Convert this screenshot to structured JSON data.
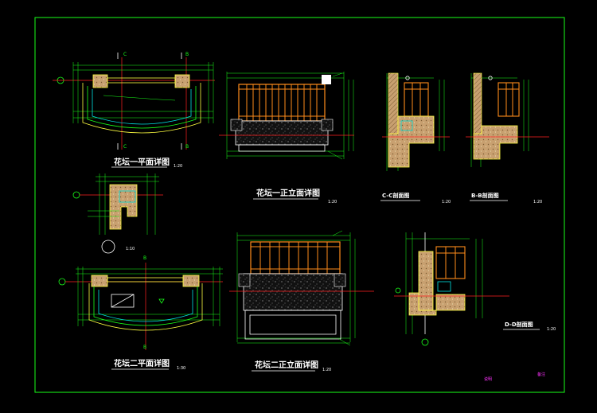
{
  "drawing": {
    "titles": {
      "plan1": "花坛一平面详图",
      "elev1": "花坛一正立面详图",
      "sec_cc": "C-C剖面图",
      "sec_bb": "B-B剖面图",
      "plan2": "花坛二平面详图",
      "elev2": "花坛二正立面详图",
      "sec_dd": "D-D剖面图"
    },
    "scales": {
      "plan1": "1:20",
      "elev1": "1:20",
      "sec_cc": "1:20",
      "sec_bb": "1:20",
      "detail": "1:10",
      "plan2": "1:30",
      "elev2": "1:20",
      "sec_dd": "1:20"
    },
    "section_marks": {
      "c": "C",
      "b": "B"
    },
    "footer": {
      "left": "说明",
      "right": "备注"
    },
    "colors": {
      "frame": "#19ff19",
      "dimension": "#19ff19",
      "outline": "#ffff40",
      "railing": "#ff8c1a",
      "axis": "#ff2020",
      "fill": "#c8a070"
    }
  }
}
